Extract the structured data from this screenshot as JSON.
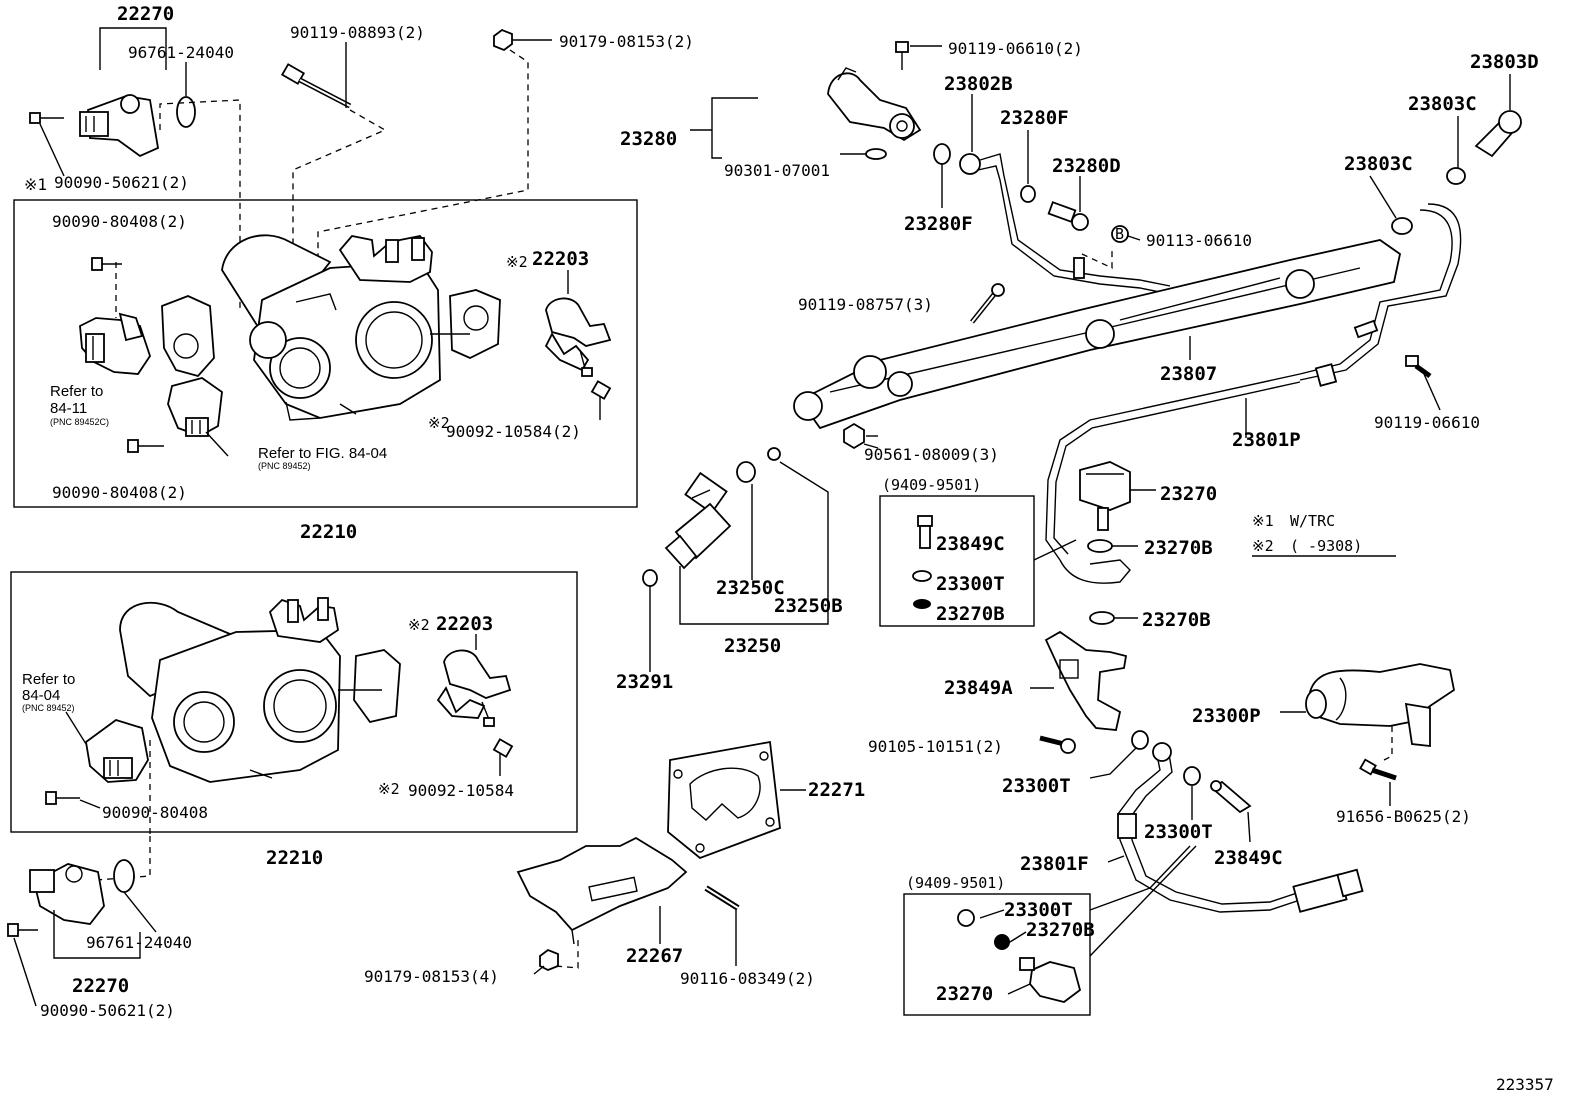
{
  "figure_id": "223357",
  "legend": {
    "note1_mark": "※1",
    "note1_text": "W/TRC",
    "note2_mark": "※2",
    "note2_text": "(      -9308)"
  },
  "labels": {
    "p22270_top": "22270",
    "p96761_top": "96761-24040",
    "p90119_08893": "90119-08893(2)",
    "p90179_08153_top": "90179-08153(2)",
    "p90090_50621_top": "90090-50621(2)",
    "mark1_top": "※1",
    "p90090_80408_a": "90090-80408(2)",
    "p22203_top": "22203",
    "mark2_a": "※2",
    "refer_8411_a": "Refer to",
    "refer_8411_b": "84-11",
    "pnc_89452c": "(PNC 89452C)",
    "refer_fig_8404": "Refer to FIG. 84-04",
    "pnc_89452_a": "(PNC 89452)",
    "mark2_b": "※2",
    "p90092_10584_2": "90092-10584(2)",
    "p90090_80408_b": "90090-80408(2)",
    "p22210_top": "22210",
    "refer_8404_a": "Refer to",
    "refer_8404_b": "84-04",
    "pnc_89452_b": "(PNC 89452)",
    "mark2_c": "※2",
    "p22203_bot": "22203",
    "mark2_d": "※2",
    "p90092_10584": "90092-10584",
    "p90090_80408_c": "90090-80408",
    "p22210_bot": "22210",
    "p96761_bot": "96761-24040",
    "p22270_bot": "22270",
    "p90090_50621_bot": "90090-50621(2)",
    "p90119_06610_top": "90119-06610(2)",
    "p23280": "23280",
    "p90301_07001": "90301-07001",
    "p23802B": "23802B",
    "p23280F_a": "23280F",
    "p23280F_b": "23280F",
    "p23280D": "23280D",
    "p90113_06610": "90113-06610",
    "p23803D": "23803D",
    "p23803C_a": "23803C",
    "p23803C_b": "23803C",
    "p90119_08757": "90119-08757(3)",
    "p23807": "23807",
    "p90119_06610": "90119-06610",
    "p23801P": "23801P",
    "p90561_08009": "90561-08009(3)",
    "range_a": "(9409-9501)",
    "p23849C_a": "23849C",
    "p23300T_a": "23300T",
    "p23270B_a": "23270B",
    "p23270": "23270",
    "p23270B_b": "23270B",
    "p23270B_c": "23270B",
    "p23250C": "23250C",
    "p23250B": "23250B",
    "p23250": "23250",
    "p23291": "23291",
    "p23849A": "23849A",
    "p90105_10151": "90105-10151(2)",
    "p23300P": "23300P",
    "p23300T_b": "23300T",
    "p23300T_c": "23300T",
    "p23849C_b": "23849C",
    "p91656": "91656-B0625(2)",
    "p23801F": "23801F",
    "p22271": "22271",
    "p22267": "22267",
    "p90116_08349": "90116-08349(2)",
    "p90179_08153_bot": "90179-08153(4)",
    "range_b": "(9409-9501)",
    "p23300T_d": "23300T",
    "p23270B_d": "23270B",
    "p23270_b": "23270"
  }
}
